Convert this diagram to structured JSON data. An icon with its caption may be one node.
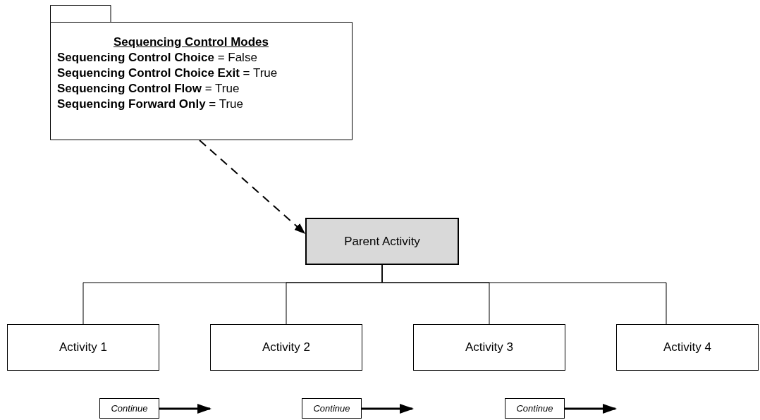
{
  "diagram": {
    "nodes": [
      {
        "text": [
          "Sequencing Control Modes",
          "**Sequencing Control Choice** = False",
          "**Sequencing Control Choice Exit** = True",
          "**Sequencing Control Flow** = True",
          "**Sequencing Forward Only** = True"
        ]
      },
      {
        "text": [
          "Parent Activity"
        ]
      },
      {
        "text": [
          "Activity 1"
        ]
      },
      {
        "text": [
          "Activity 2"
        ]
      },
      {
        "text": [
          "Activity 3"
        ]
      },
      {
        "text": [
          "Activity 4"
        ]
      },
      {
        "text": [
          "Continue"
        ]
      },
      {
        "text": [
          "Continue"
        ]
      },
      {
        "text": [
          "Continue"
        ]
      }
    ],
    "edges": [
      {
        "from": 0,
        "to": 1,
        "arrow": "to",
        "style": "dashed"
      },
      {
        "from": 1,
        "to": 2,
        "arrow": "none"
      },
      {
        "from": 1,
        "to": 3,
        "arrow": "none"
      },
      {
        "from": 1,
        "to": 4,
        "arrow": "none"
      },
      {
        "from": 1,
        "to": 5,
        "arrow": "none"
      },
      {
        "from": 6,
        "to": null,
        "arrow": "to",
        "style": "thick"
      },
      {
        "from": 7,
        "to": null,
        "arrow": "to",
        "style": "thick"
      },
      {
        "from": 8,
        "to": null,
        "arrow": "to",
        "style": "thick"
      }
    ]
  }
}
